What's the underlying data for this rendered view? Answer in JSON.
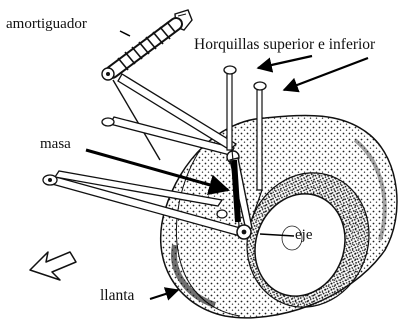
{
  "labels": {
    "shock": "amortiguador",
    "arms": "Horquillas superior e inferior",
    "mass": "masa",
    "axle": "eje",
    "tire": "llanta"
  }
}
